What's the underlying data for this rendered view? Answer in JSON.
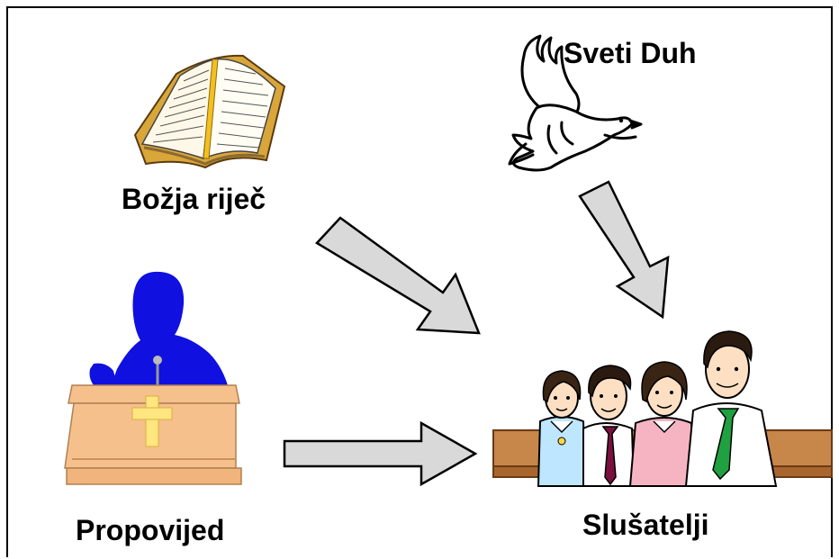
{
  "labels": {
    "holy_spirit": "Sveti Duh",
    "word_of_god": "Božja riječ",
    "sermon": "Propovijed",
    "listeners": "Slušatelji"
  },
  "icons": {
    "bible": "open-bible-icon",
    "dove": "dove-icon",
    "preacher": "preacher-at-pulpit-icon",
    "listeners": "listeners-group-icon"
  },
  "colors": {
    "arrow_fill": "#d9d9d9",
    "arrow_stroke": "#000000",
    "preacher_silhouette": "#1010e0",
    "pulpit": "#f5c08c",
    "cross": "#ffe680",
    "pew": "#b8743a"
  },
  "arrows": [
    {
      "from": "word_of_god",
      "to": "listeners"
    },
    {
      "from": "holy_spirit",
      "to": "listeners"
    },
    {
      "from": "sermon",
      "to": "listeners"
    }
  ]
}
